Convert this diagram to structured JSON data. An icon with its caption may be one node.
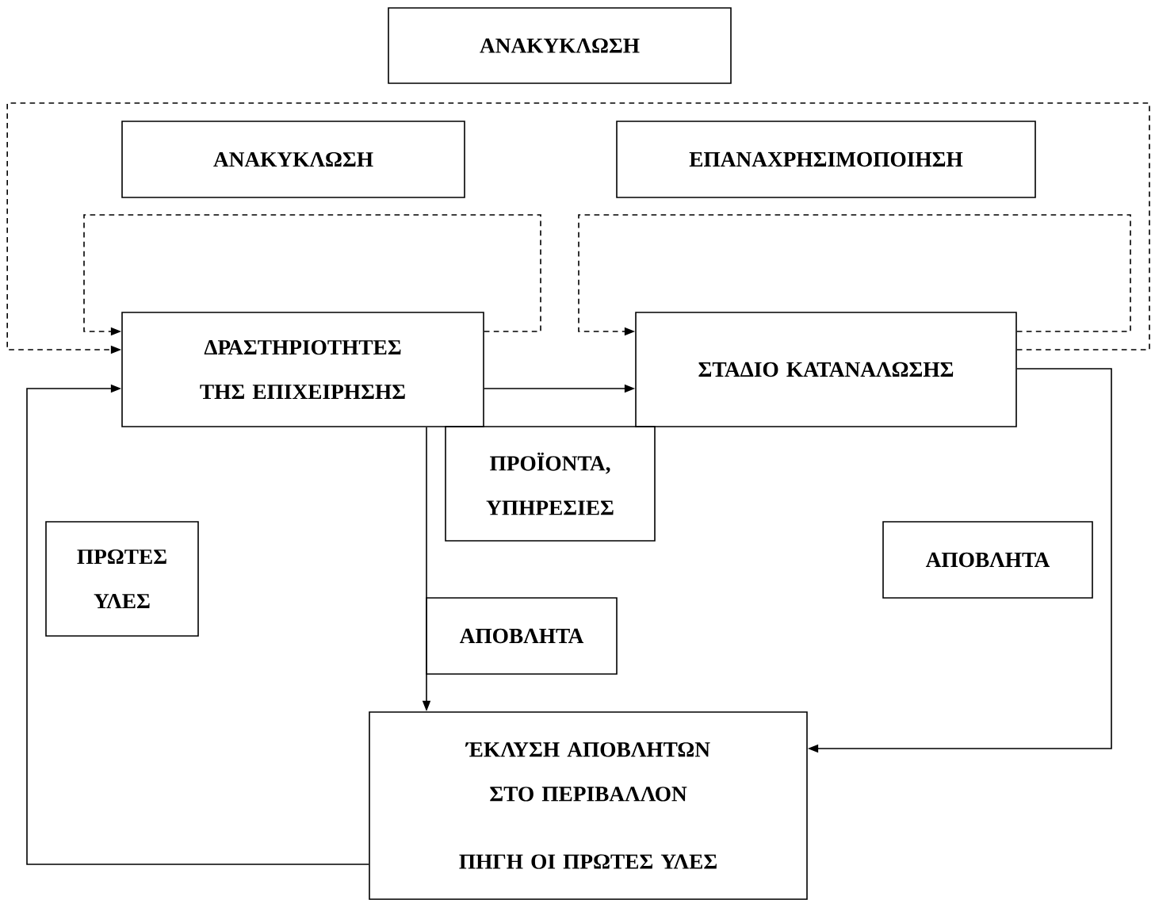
{
  "diagram": {
    "nodes": [
      {
        "text": [
          "ΑΝΑΚΥΚΛΩΣΗ"
        ]
      },
      {
        "text": [
          "ΑΝΑΚΥΚΛΩΣΗ"
        ]
      },
      {
        "text": [
          "ΕΠΑΝΑΧΡΗΣΙΜΟΠΟΙΗΣΗ"
        ]
      },
      {
        "text": [
          "ΔΡΑΣΤΗΡΙΟΤΗΤΕΣ ΤΗΣ ΕΠΙΧΕΙΡΗΣΗΣ"
        ]
      },
      {
        "text": [
          "ΣΤΑΔΙΟ ΚΑΤΑΝΑΛΩΣΗΣ"
        ]
      },
      {
        "text": [
          "ΠΡΟΪΟΝΤΑ, ΥΠΗΡΕΣΙΕΣ"
        ]
      },
      {
        "text": [
          "ΠΡΩΤΕΣ ΥΛΕΣ"
        ]
      },
      {
        "text": [
          "ΑΠΟΒΛΗΤΑ"
        ]
      },
      {
        "text": [
          "ΑΠΟΒΛΗΤΑ"
        ]
      },
      {
        "text": [
          "ΈΚΛΥΣΗ ΑΠΟΒΛΗΤΩΝ ΣΤΟ ΠΕΡΙΒΑΛΛΟΝ",
          "ΠΗΓΗ ΟΙ ΠΡΩΤΕΣ ΥΛΕΣ"
        ]
      }
    ],
    "edges": [
      {
        "from": 3,
        "to": 3,
        "arrow": "to",
        "style": "dashed"
      },
      {
        "from": 4,
        "to": 4,
        "arrow": "to",
        "style": "dashed"
      },
      {
        "from": 4,
        "to": 3,
        "arrow": "to",
        "style": "dashed"
      },
      {
        "from": 3,
        "to": 4,
        "arrow": "to"
      },
      {
        "from": 3,
        "to": 9,
        "arrow": "to"
      },
      {
        "from": 4,
        "to": 9,
        "arrow": "to"
      },
      {
        "from": 9,
        "to": 3,
        "arrow": "to"
      }
    ]
  }
}
